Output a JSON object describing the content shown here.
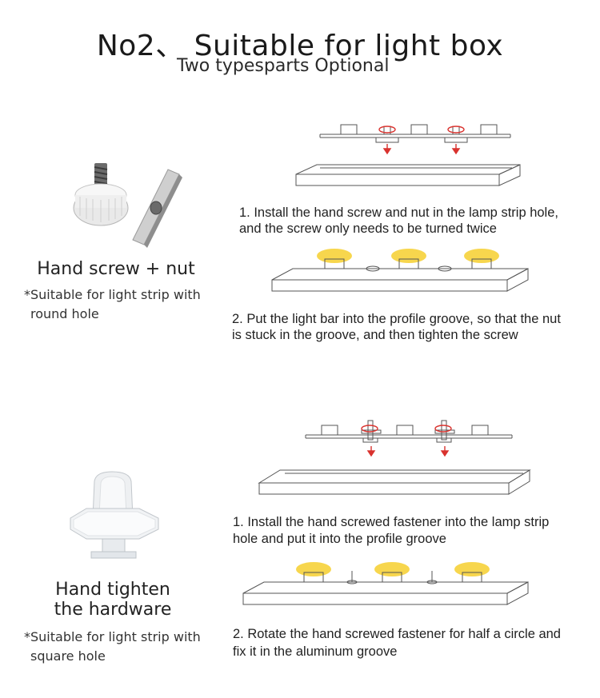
{
  "header": {
    "title": "No2、 Suitable for light box",
    "subtitle": "Two typesparts Optional"
  },
  "sections": [
    {
      "part_name": "Hand screw + nut",
      "note_line1": "*Suitable for light strip with",
      "note_line2": "round hole",
      "step1_line1": "1. Install the hand screw and nut in the lamp strip hole,",
      "step1_line2": "and the screw only needs to be turned twice",
      "step2_line1": "2. Put the light bar into the profile groove, so that the nut",
      "step2_line2": "is stuck in the groove, and then tighten the screw"
    },
    {
      "part_name_line1": "Hand tighten",
      "part_name_line2": "the hardware",
      "note_line1": "*Suitable for light strip with",
      "note_line2": "square hole",
      "step1_line1": "1. Install the hand screwed fastener into the lamp strip",
      "step1_line2": "hole and put it into the profile groove",
      "step2_line1": "2. Rotate the hand screwed fastener for half a circle and",
      "step2_line2": "fix it in the aluminum groove"
    }
  ],
  "colors": {
    "arrow_red": "#d9322e",
    "led_yellow": "#f6d23a",
    "line_gray": "#555555"
  }
}
